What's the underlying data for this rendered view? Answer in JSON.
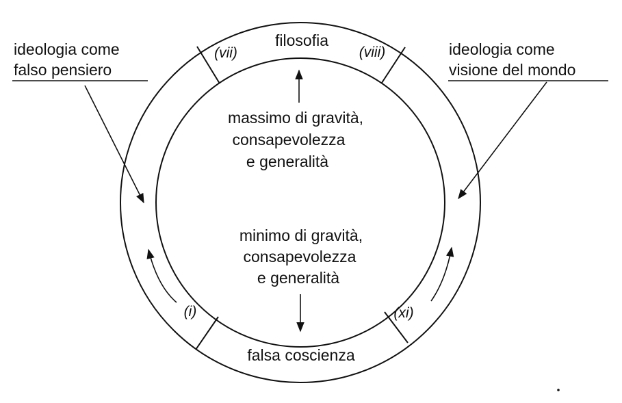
{
  "diagram": {
    "ring_top": "filosofia",
    "ring_bottom": "falsa coscienza",
    "ring_markers": {
      "top_left": "(vii)",
      "top_right": "(viii)",
      "bottom_left": "(i)",
      "bottom_right": "(xi)"
    },
    "inner_upper": {
      "line1": "massimo di gravità,",
      "line2": "consapevolezza",
      "line3": "e generalità"
    },
    "inner_lower": {
      "line1": "minimo di gravità,",
      "line2": "consapevolezza",
      "line3": "e generalità"
    },
    "left_label": {
      "line1": "ideologia come",
      "line2": "falso pensiero"
    },
    "right_label": {
      "line1": "ideologia come",
      "line2": "visione del mondo"
    }
  }
}
